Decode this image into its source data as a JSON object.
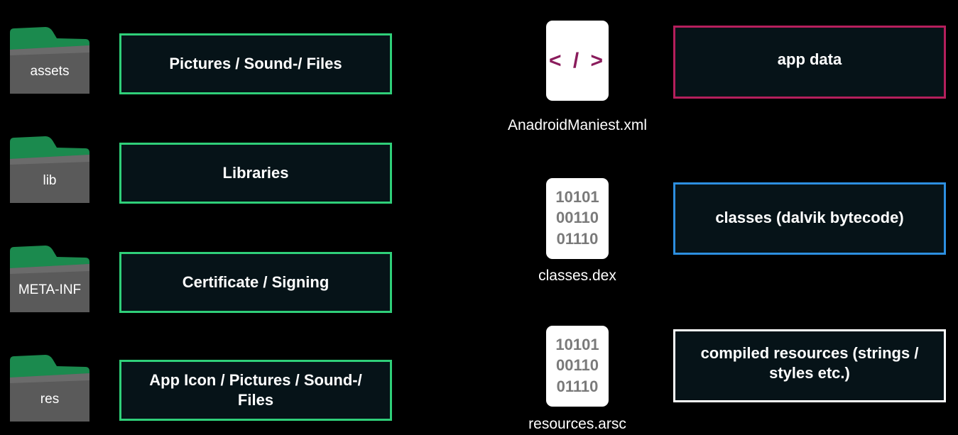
{
  "folders": [
    {
      "label": "assets"
    },
    {
      "label": "lib"
    },
    {
      "label": "META-INF"
    },
    {
      "label": "res"
    }
  ],
  "folder_boxes": [
    {
      "text": "Pictures / Sound-/ Files"
    },
    {
      "text": "Libraries"
    },
    {
      "text": "Certificate / Signing"
    },
    {
      "text": "App Icon / Pictures / Sound-/ Files"
    }
  ],
  "files": [
    {
      "name": "AnadroidManiest.xml",
      "glyph": "< / >"
    },
    {
      "name": "classes.dex",
      "binary": [
        "10101",
        "00110",
        "01110"
      ]
    },
    {
      "name": "resources.arsc",
      "binary": [
        "10101",
        "00110",
        "01110"
      ]
    }
  ],
  "file_boxes": [
    {
      "text": "app data",
      "border_color": "#b51f5c"
    },
    {
      "text": "classes (dalvik bytecode)",
      "border_color": "#2d8fe0"
    },
    {
      "text": "compiled resources (strings / styles etc.)",
      "border_color": "#ffffff"
    }
  ],
  "colors": {
    "folder_tab": "#1b8a4e",
    "folder_body": "#5a5a5a",
    "green_border": "#2fcf79",
    "box_fill": "#061318",
    "binary_text": "#7a7a7a",
    "code_glyph": "#8a1c5c"
  }
}
